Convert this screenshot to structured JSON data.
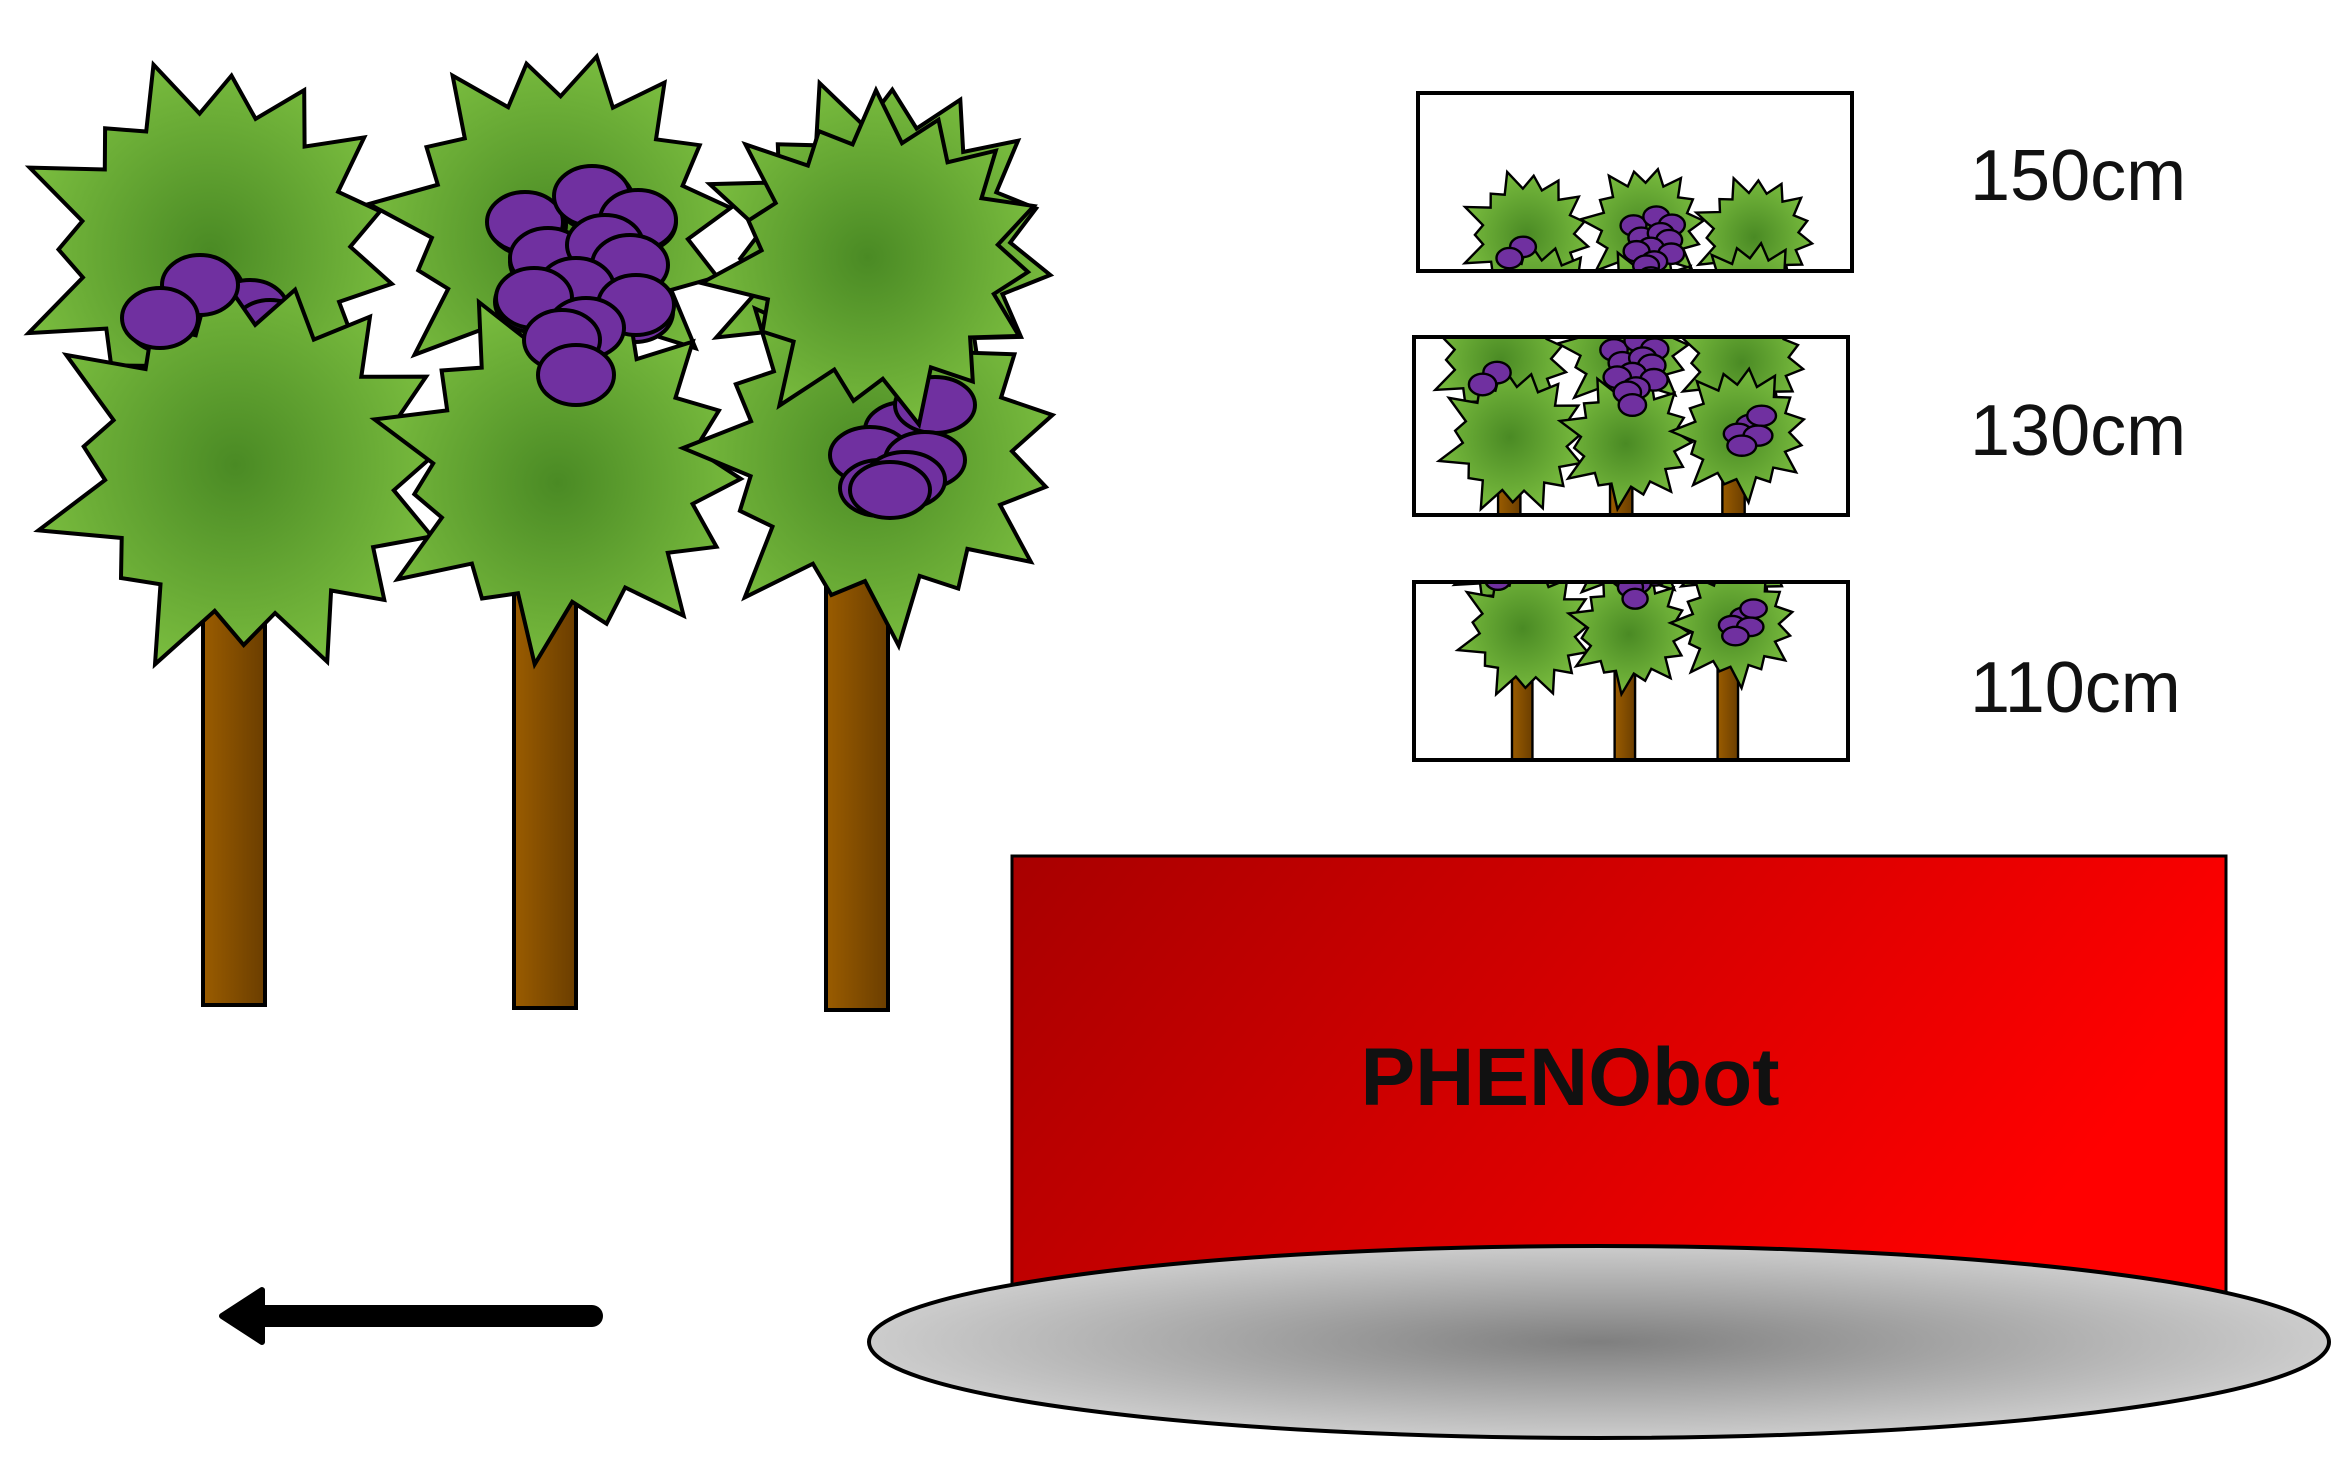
{
  "robot": {
    "name": "PHENObot",
    "body_gradient": [
      "#a80000",
      "#ff0000"
    ],
    "base_gradient": [
      "#7f7f7f",
      "#d4d4d4"
    ]
  },
  "camera_views": [
    {
      "height": "150cm"
    },
    {
      "height": "130cm"
    },
    {
      "height": "110cm"
    }
  ],
  "colors": {
    "foliage_light": "#7cbf40",
    "foliage_dark": "#4a8a24",
    "grape": "#7030a0",
    "trunk_light": "#9a5c00",
    "trunk_dark": "#6b3e00",
    "outline": "#000000"
  },
  "icons": {
    "direction": "arrow-left-icon",
    "vine": "grapevine-icon"
  }
}
